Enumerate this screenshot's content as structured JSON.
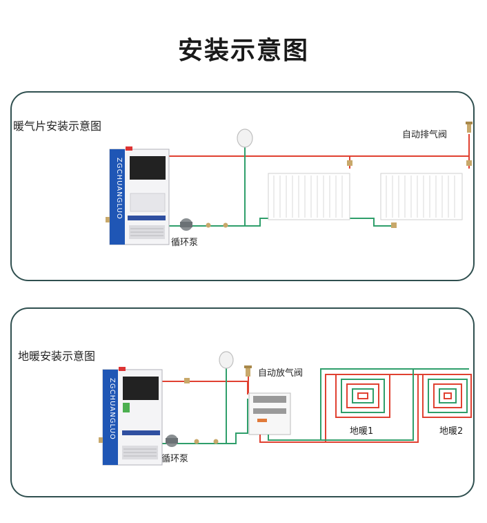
{
  "page": {
    "title": "安装示意图"
  },
  "radiator_section": {
    "title": "暖气片安装示意图",
    "air_vent_label": "自动排气阀",
    "pump_label": "循环泵",
    "boiler_brand": "ZGCHUANGLUO"
  },
  "floor_section": {
    "title": "地暖安装示意图",
    "air_vent_label": "自动放气阀",
    "pump_label": "循环泵",
    "zone1_label": "地暖1",
    "zone2_label": "地暖2",
    "boiler_brand": "ZGCHUANGLUO"
  },
  "colors": {
    "supply_pipe": "#e04030",
    "return_pipe": "#2e9e6a",
    "boiler_side": "#1f56b5",
    "border": "#2f4f4f"
  }
}
